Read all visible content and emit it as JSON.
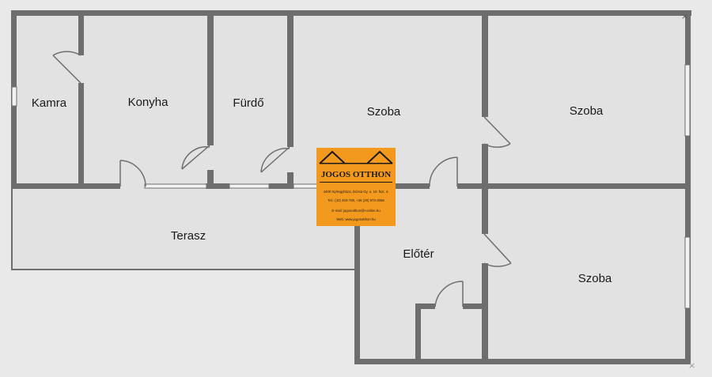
{
  "rooms": {
    "kamra": "Kamra",
    "konyha": "Konyha",
    "furdo": "Fürdő",
    "szoba_1": "Szoba",
    "szoba_2": "Szoba",
    "szoba_3": "Szoba",
    "terasz": "Terasz",
    "eloter": "Előtér"
  },
  "logo": {
    "name": "JOGOS OTTHON",
    "address": "4400 Nyíregyháza, Dózsa Gy. u. 10. fszt. 4.",
    "phone": "Tel.: (42) 403-708,  +36 (20) 973-3068",
    "email": "E-mail: jogosotthon@t-online.hu",
    "web": "Web: www.jogosotthon.hu"
  },
  "colors": {
    "background": "#e9e9e9",
    "room_fill": "#e2e2e2",
    "wall": "#6e6e6e",
    "logo_orange": "#f39a1e",
    "logo_text": "#1a1a1a"
  }
}
